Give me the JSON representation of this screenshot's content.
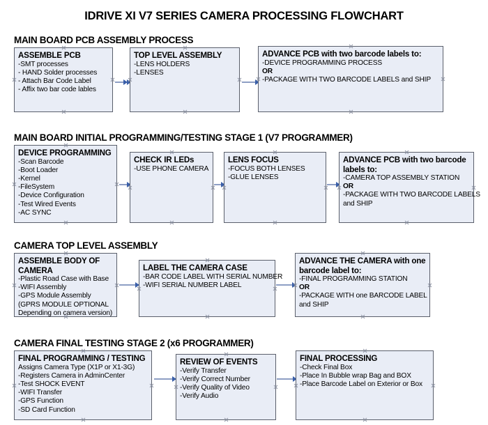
{
  "title": "IDRIVE XI V7 SERIES CAMERA PROCESSING FLOWCHART",
  "colors": {
    "node_fill": "#e9edf6",
    "node_border": "#5a5f6b",
    "connector": "#8d9ec4",
    "arrowhead": "#3a5fa8",
    "text": "#000000"
  },
  "sections": [
    {
      "heading": "MAIN BOARD PCB ASSEMBLY PROCESS",
      "nodes": [
        {
          "title": "ASSEMBLE PCB",
          "lines": [
            {
              "text": "-SMT processes",
              "bold": false
            },
            {
              "text": "- HAND Solder processes",
              "bold": false
            },
            {
              "text": "- Attach Bar Code Label",
              "bold": false
            },
            {
              "text": "- Affix two bar code lables",
              "bold": false
            }
          ]
        },
        {
          "title": "TOP LEVEL ASSEMBLY",
          "lines": [
            {
              "text": "-LENS HOLDERS",
              "bold": false
            },
            {
              "text": "-LENSES",
              "bold": false
            }
          ]
        },
        {
          "title": "ADVANCE PCB with two barcode labels to:",
          "lines": [
            {
              "text": "-DEVICE PROGRAMMING PROCESS",
              "bold": false
            },
            {
              "text": "OR",
              "bold": true
            },
            {
              "text": "-PACKAGE WITH TWO BARCODE LABELS and SHIP",
              "bold": false
            }
          ]
        }
      ]
    },
    {
      "heading": "MAIN BOARD INITIAL PROGRAMMING/TESTING STAGE 1 (V7 PROGRAMMER)",
      "nodes": [
        {
          "title": "DEVICE PROGRAMMING",
          "lines": [
            {
              "text": "-Scan Barcode",
              "bold": false
            },
            {
              "text": "-Boot Loader",
              "bold": false
            },
            {
              "text": "-Kernel",
              "bold": false
            },
            {
              "text": "-FileSystem",
              "bold": false
            },
            {
              "text": "-Device Configuration",
              "bold": false
            },
            {
              "text": "-Test Wired Events",
              "bold": false
            },
            {
              "text": "-AC SYNC",
              "bold": false
            }
          ]
        },
        {
          "title": "CHECK IR LEDs",
          "lines": [
            {
              "text": "-USE PHONE CAMERA",
              "bold": false
            }
          ]
        },
        {
          "title": "LENS FOCUS",
          "lines": [
            {
              "text": "-FOCUS BOTH LENSES",
              "bold": false
            },
            {
              "text": "-GLUE LENSES",
              "bold": false
            }
          ]
        },
        {
          "title": "ADVANCE PCB with two barcode labels to:",
          "lines": [
            {
              "text": "-CAMERA TOP ASSEMBLY STATION",
              "bold": false
            },
            {
              "text": "OR",
              "bold": true
            },
            {
              "text": "-PACKAGE WITH TWO BARCODE LABELS",
              "bold": false
            },
            {
              "text": "and SHIP",
              "bold": false
            }
          ]
        }
      ]
    },
    {
      "heading": "CAMERA TOP LEVEL ASSEMBLY",
      "nodes": [
        {
          "title": "ASSEMBLE BODY OF CAMERA",
          "lines": [
            {
              "text": "-Plastic Road Case with Base",
              "bold": false
            },
            {
              "text": "-WIFI Assembly",
              "bold": false
            },
            {
              "text": "-GPS Module Assembly",
              "bold": false
            },
            {
              "text": "(GPRS MODULE OPTIONAL",
              "bold": false
            },
            {
              "text": "Depending on camera version)",
              "bold": false
            }
          ]
        },
        {
          "title": "LABEL THE CAMERA CASE",
          "lines": [
            {
              "text": "-BAR CODE LABEL WITH SERIAL NUMBER",
              "bold": false
            },
            {
              "text": "-WIFI SERIAL NUMBER LABEL",
              "bold": false
            }
          ]
        },
        {
          "title": "ADVANCE THE CAMERA with one barcode label to:",
          "lines": [
            {
              "text": "-FINAL PROGRAMMING STATION",
              "bold": false
            },
            {
              "text": "OR",
              "bold": true
            },
            {
              "text": "-PACKAGE WITH one BARCODE LABEL",
              "bold": false
            },
            {
              "text": "and SHIP",
              "bold": false
            }
          ]
        }
      ]
    },
    {
      "heading": "CAMERA FINAL TESTING STAGE 2 (x6 PROGRAMMER)",
      "nodes": [
        {
          "title": "FINAL PROGRAMMING / TESTING",
          "lines": [
            {
              "text": "Assigns Camera Type (X1P or X1-3G)",
              "bold": false
            },
            {
              "text": "-Registers Camera in AdminCenter",
              "bold": false
            },
            {
              "text": "-Test SHOCK EVENT",
              "bold": false
            },
            {
              "text": "-WIFI Transfer",
              "bold": false
            },
            {
              "text": "-GPS Function",
              "bold": false
            },
            {
              "text": "-SD Card Function",
              "bold": false
            }
          ]
        },
        {
          "title": "REVIEW OF EVENTS",
          "lines": [
            {
              "text": "-Verify Transfer",
              "bold": false
            },
            {
              "text": "-Verify Correct Number",
              "bold": false
            },
            {
              "text": "-Verify Quality of Video",
              "bold": false
            },
            {
              "text": "-Verify Audio",
              "bold": false
            }
          ]
        },
        {
          "title": "FINAL PROCESSING",
          "lines": [
            {
              "text": "-Check Final Box",
              "bold": false
            },
            {
              "text": "-Place In Bubble wrap Bag and BOX",
              "bold": false
            },
            {
              "text": "-Place Barcode Label on Exterior or Box",
              "bold": false
            }
          ]
        }
      ]
    }
  ]
}
